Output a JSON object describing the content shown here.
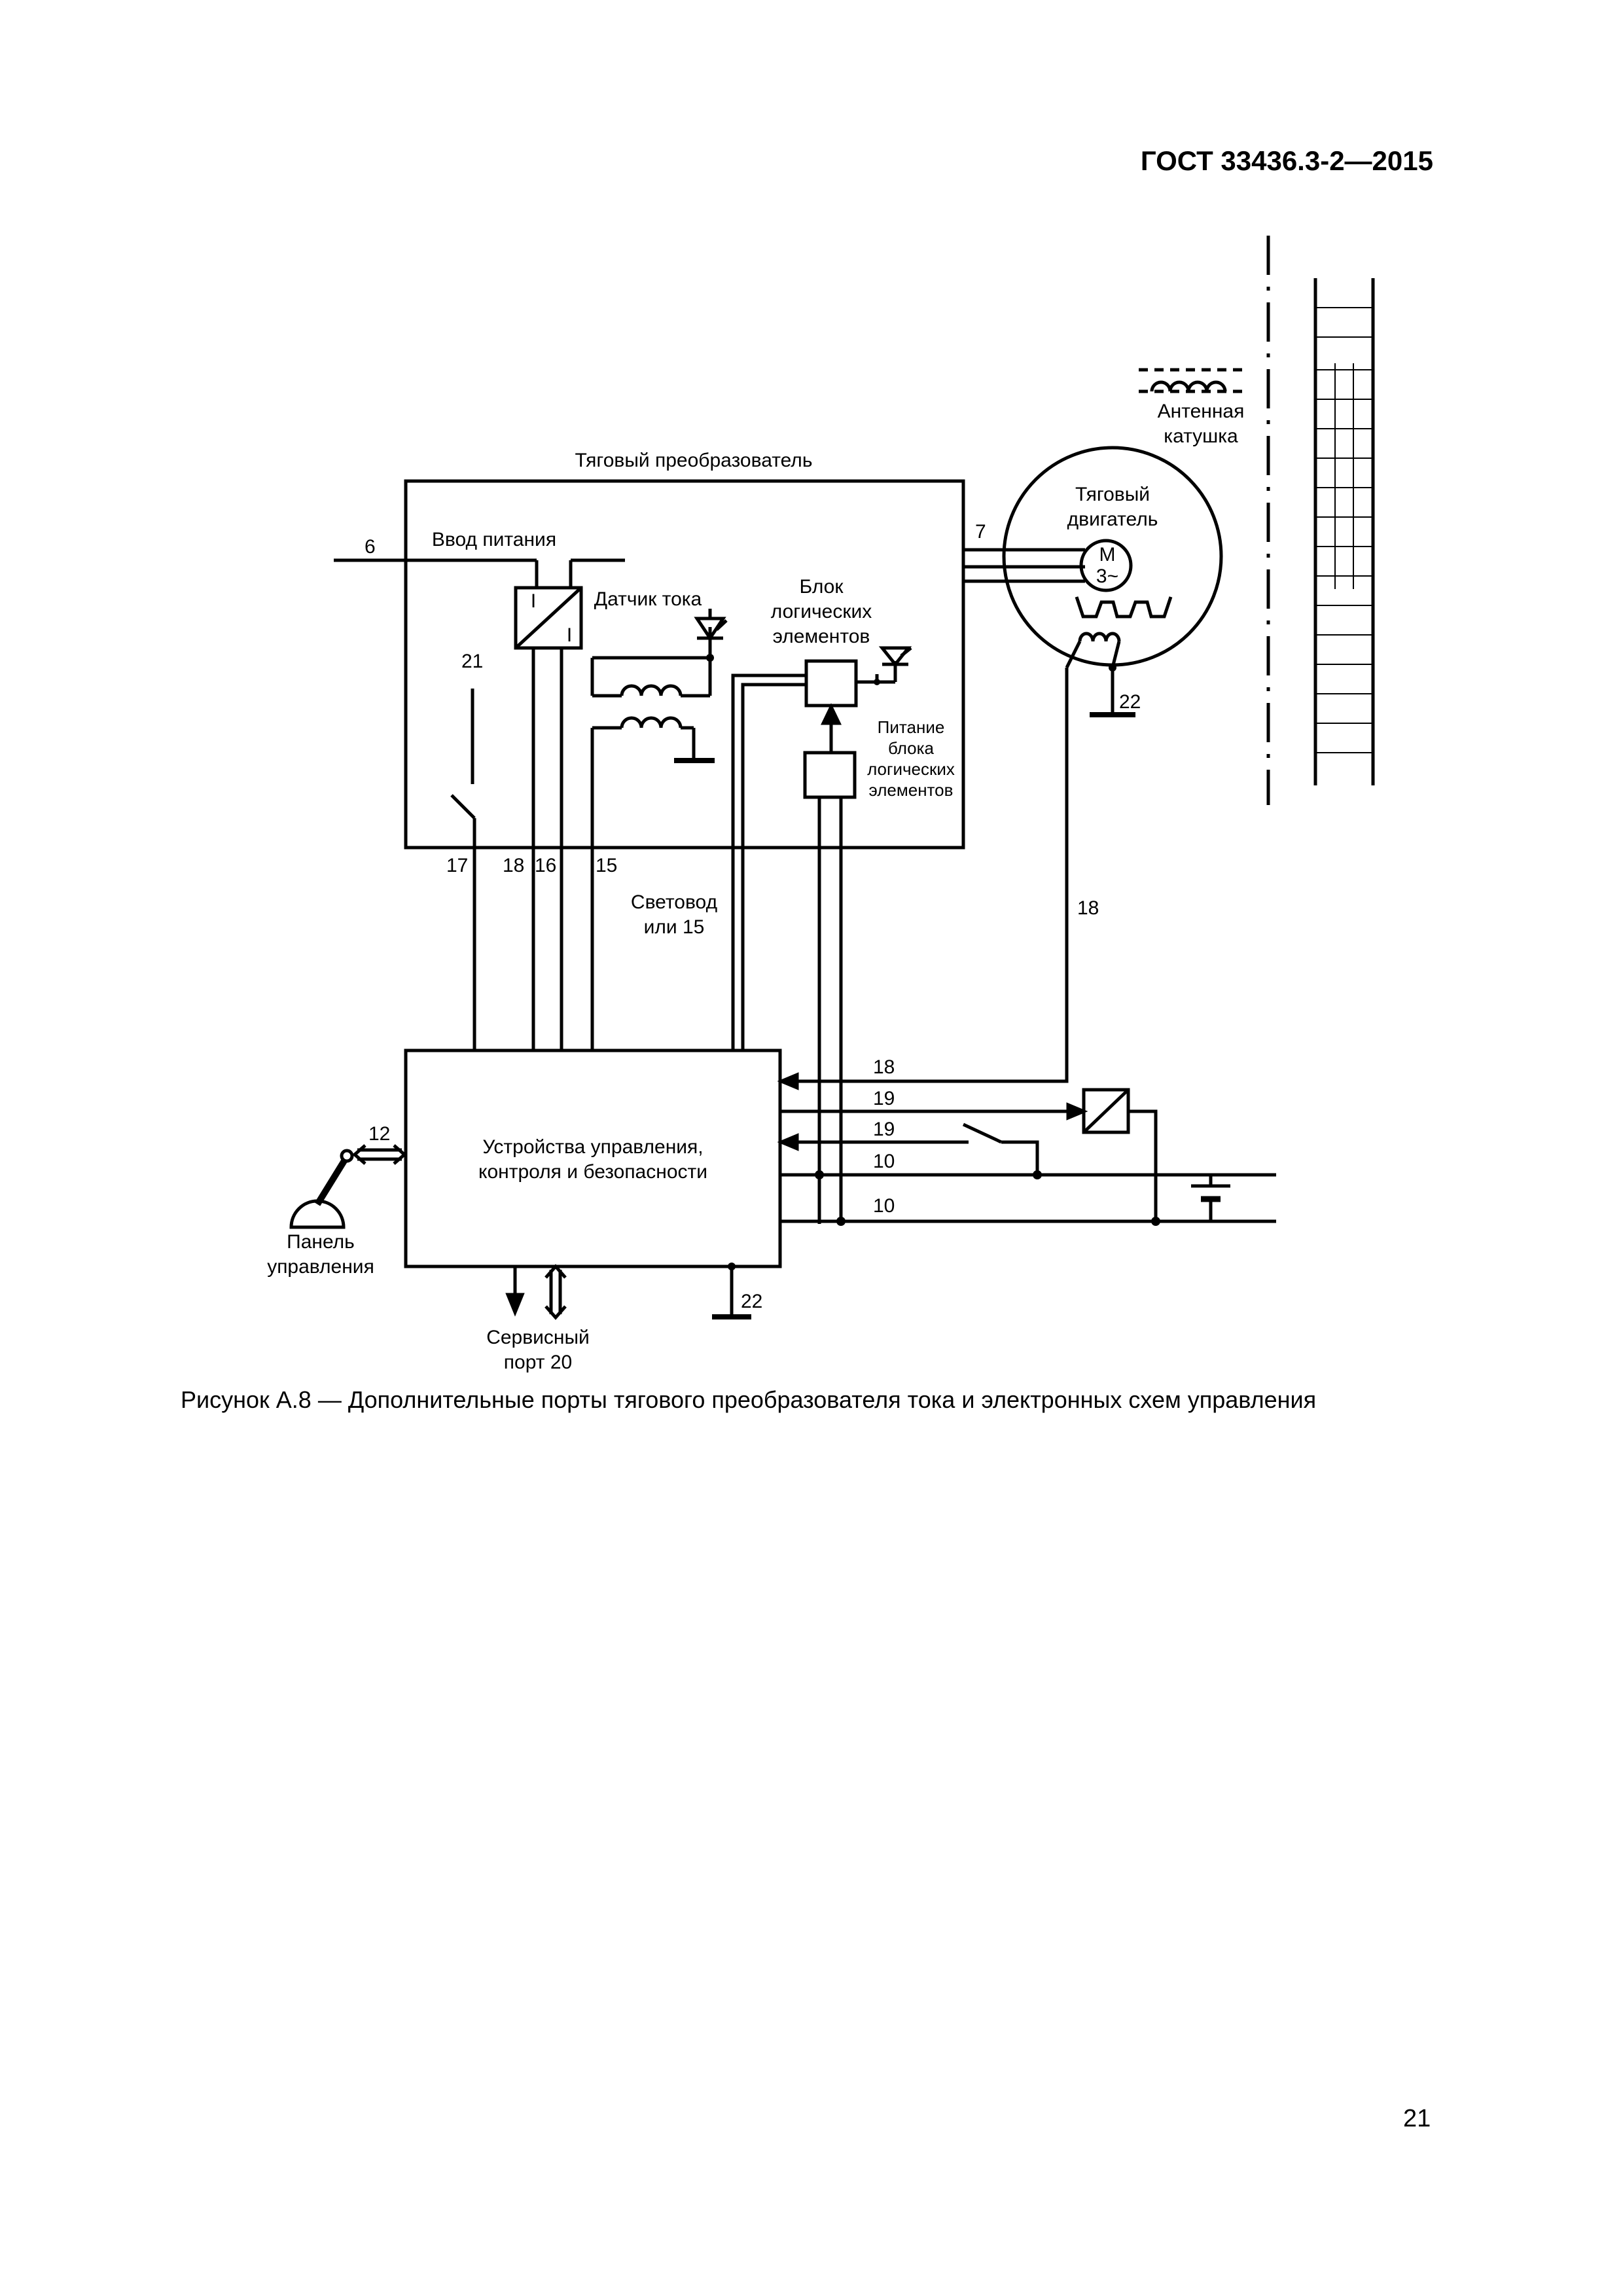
{
  "page": {
    "header": "ГОСТ 33436.3-2—2015",
    "page_number": "21",
    "caption": "Рисунок А.8 — Дополнительные порты тягового преобразователя тока и электронных схем управления"
  },
  "figure": {
    "converter_title": "Тяговый преобразователь",
    "power_input": "Ввод питания",
    "current_sensor": "Датчик тока",
    "logic_block": [
      "Блок",
      "логических",
      "элементов"
    ],
    "logic_power": [
      "Питание",
      "блока",
      "логических",
      "элементов"
    ],
    "motor": [
      "Тяговый",
      "двигатель"
    ],
    "motor_symbol": "M",
    "motor_phase": "3~",
    "antenna": [
      "Антенная",
      "катушка"
    ],
    "control_unit": [
      "Устройства управления,",
      "контроля и безопасности"
    ],
    "panel": [
      "Панель",
      "управления"
    ],
    "service_port": [
      "Сервисный",
      "порт 20"
    ],
    "fiber": [
      "Световод",
      "или 15"
    ],
    "iso_symbol": "I",
    "ports": {
      "p6": "6",
      "p7": "7",
      "p21": "21",
      "p17": "17",
      "p18a": "18",
      "p16": "16",
      "p15": "15",
      "p18b": "18",
      "p22a": "22",
      "p22b": "22",
      "p12": "12",
      "r18": "18",
      "r19a": "19",
      "r19b": "19",
      "r10a": "10",
      "r10b": "10"
    }
  }
}
